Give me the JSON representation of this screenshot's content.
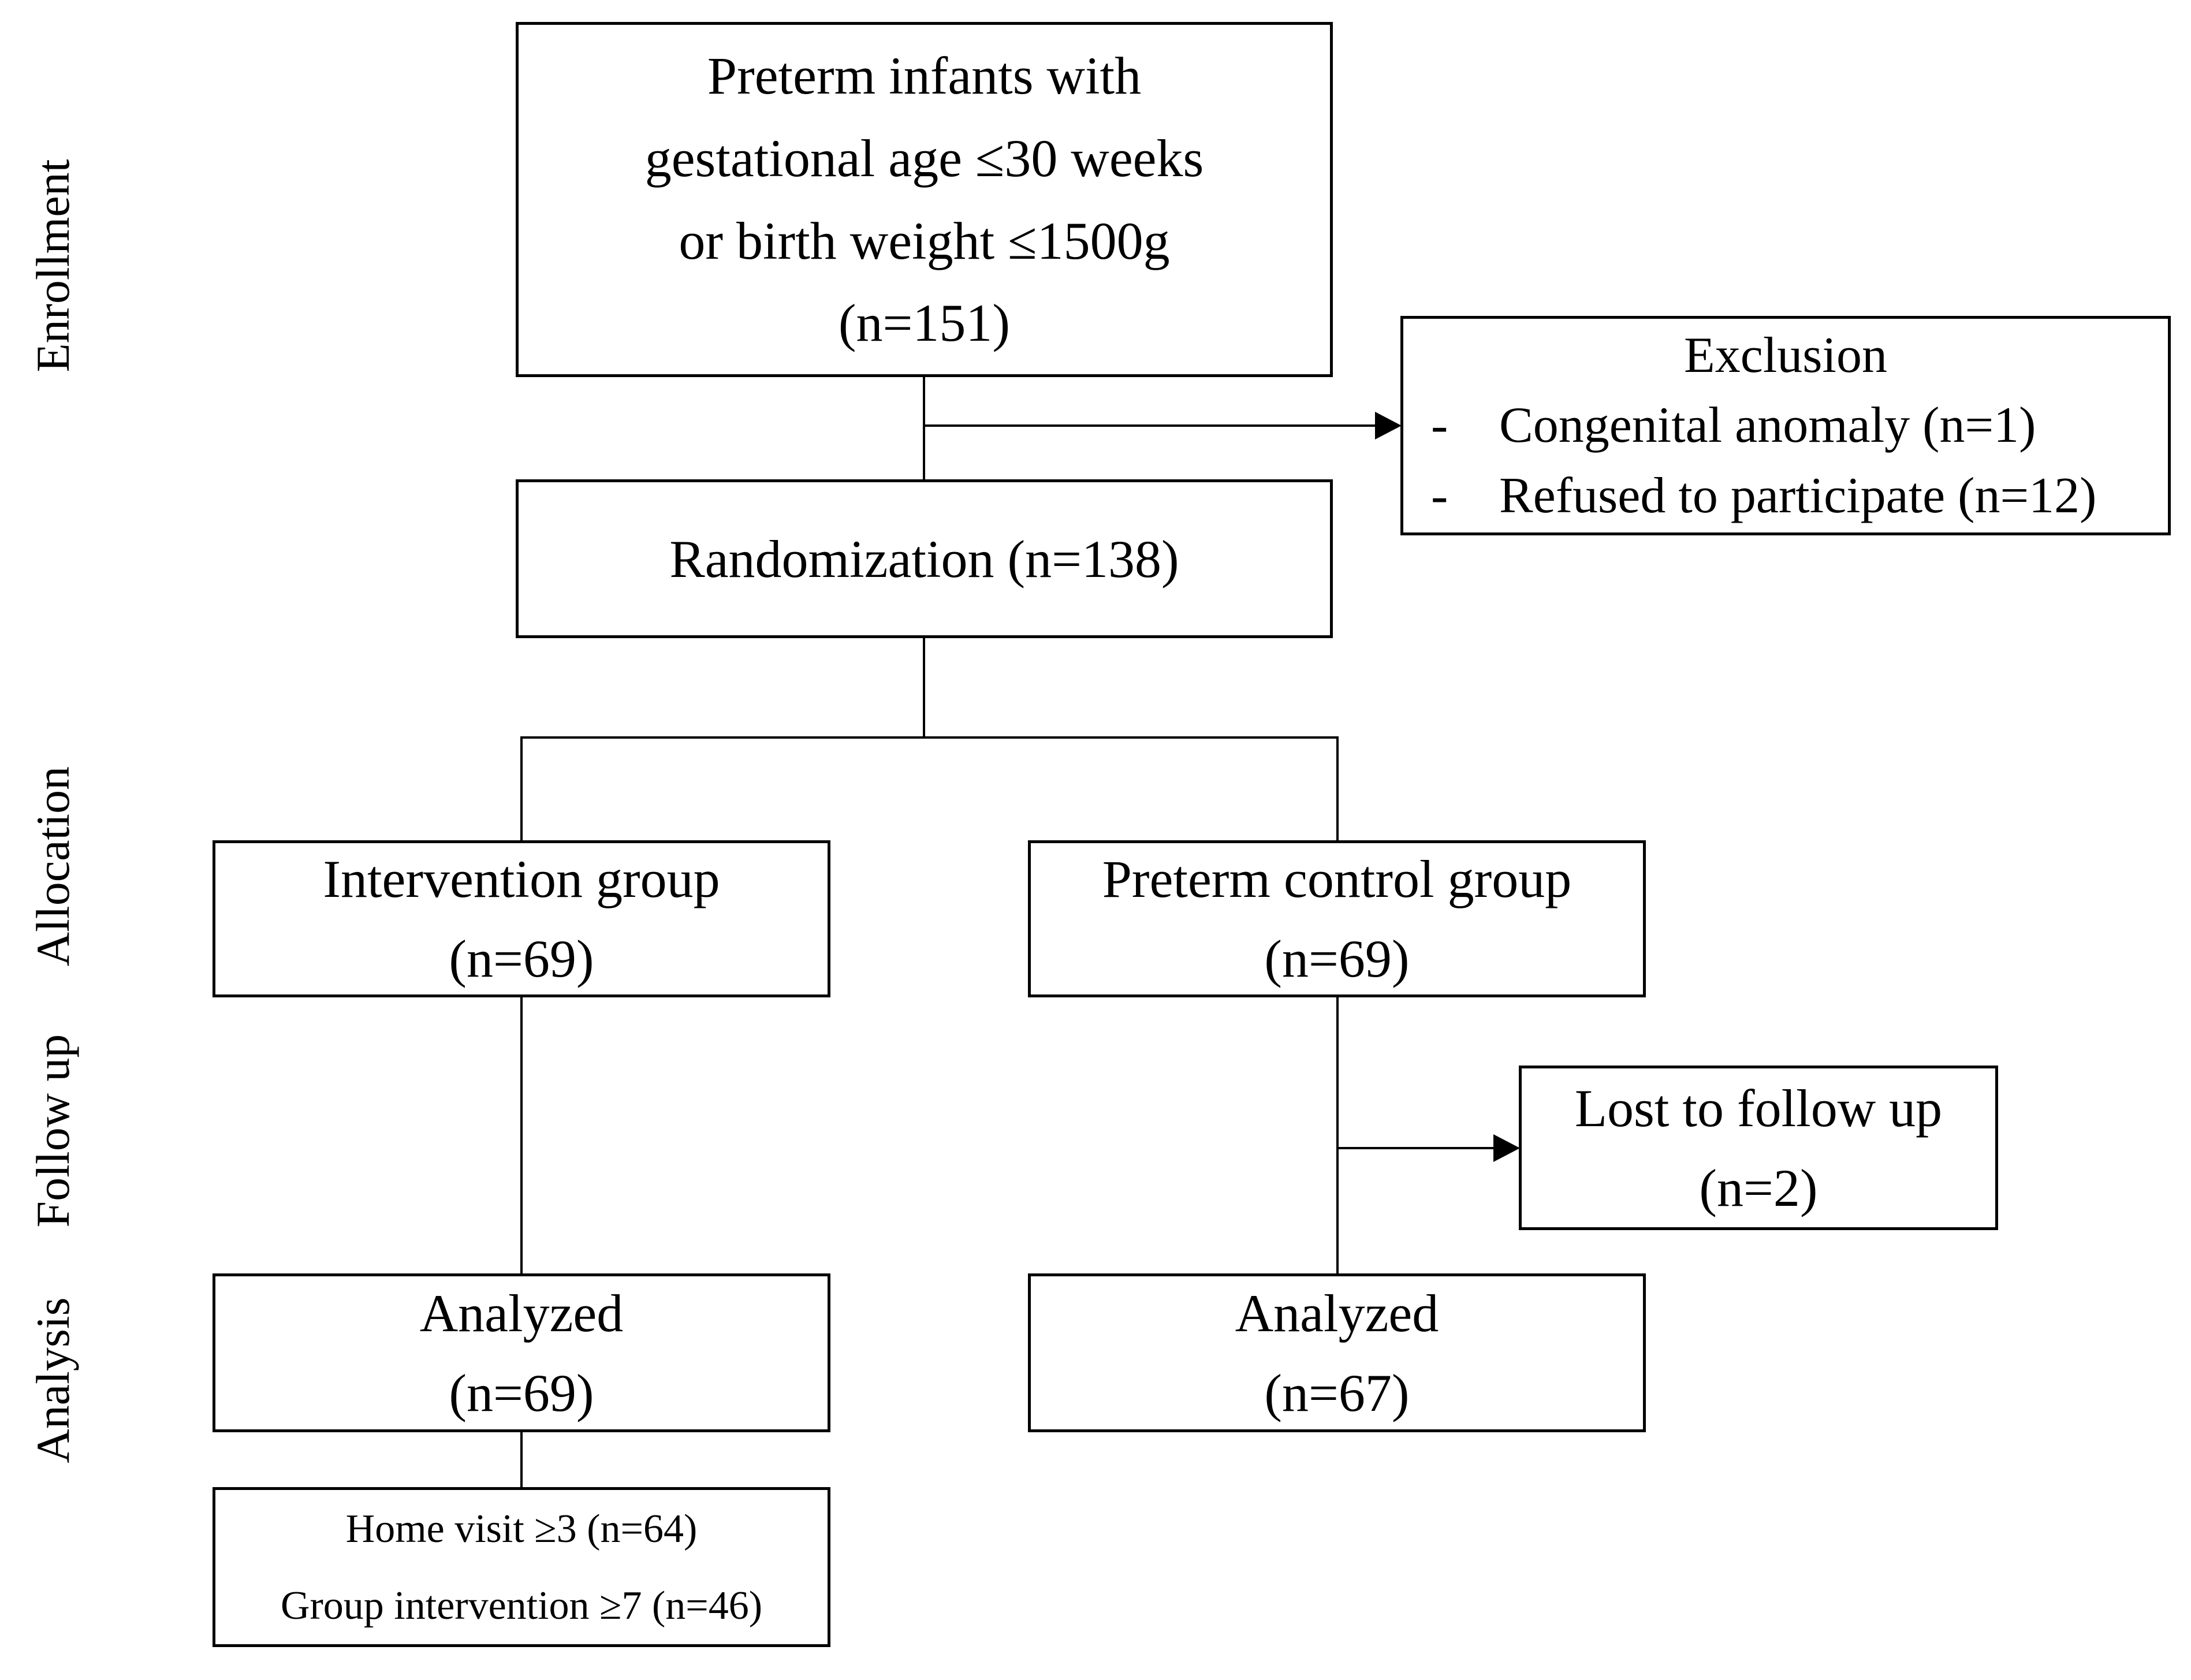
{
  "colors": {
    "ink": "#000000",
    "background": "#ffffff"
  },
  "stages": [
    "Enrollment",
    "Allocation",
    "Follow up",
    "Analysis"
  ],
  "nodes": {
    "eligible": {
      "line1": "Preterm infants with",
      "line2": "gestational age ≤30 weeks",
      "line3": "or birth weight ≤1500g",
      "line4": "(n=151)"
    },
    "exclusion": {
      "title": "Exclusion",
      "bullet": "-",
      "item1": "Congenital anomaly (n=1)",
      "item2": "Refused to participate (n=12)"
    },
    "randomization": {
      "label": "Randomization (n=138)"
    },
    "intervention": {
      "line1": "Intervention group",
      "line2": "(n=69)"
    },
    "control": {
      "line1": "Preterm control group",
      "line2": "(n=69)"
    },
    "lost": {
      "line1": "Lost to follow up",
      "line2": "(n=2)"
    },
    "analyzed_intervention": {
      "line1": "Analyzed",
      "line2": "(n=69)"
    },
    "analyzed_control": {
      "line1": "Analyzed",
      "line2": "(n=67)"
    },
    "adherence": {
      "line1": "Home visit ≥3 (n=64)",
      "line2": "Group intervention ≥7 (n=46)"
    }
  }
}
